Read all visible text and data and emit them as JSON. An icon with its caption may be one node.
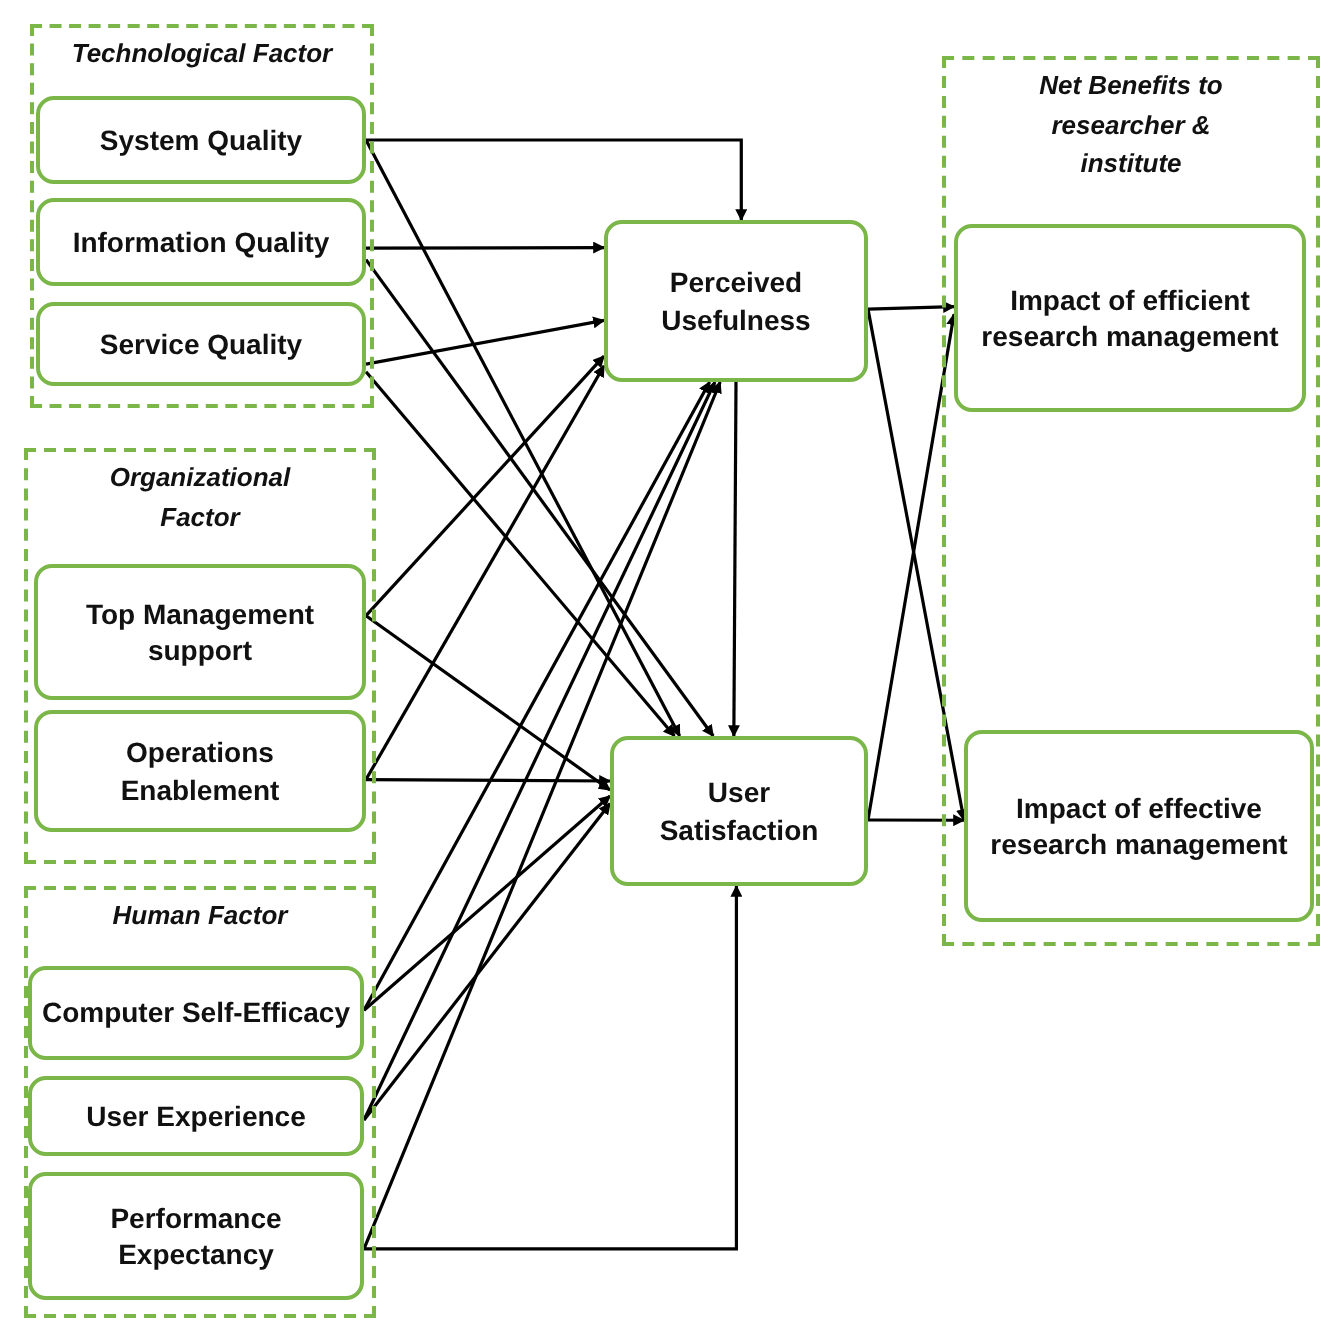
{
  "diagram": {
    "nodes": [
      {
        "text": [
          "Technological Factor"
        ]
      },
      {
        "text": [
          "System Quality"
        ],
        "in": 0
      },
      {
        "text": [
          "Information Quality"
        ],
        "in": 0
      },
      {
        "text": [
          "Service Quality"
        ],
        "in": 0
      },
      {
        "text": [
          "Organizational Factor"
        ]
      },
      {
        "text": [
          "Top Management support"
        ],
        "in": 4
      },
      {
        "text": [
          "Operations Enablement"
        ],
        "in": 4
      },
      {
        "text": [
          "Human Factor"
        ]
      },
      {
        "text": [
          "Computer Self-Efficacy"
        ],
        "in": 7
      },
      {
        "text": [
          "User Experience"
        ],
        "in": 7
      },
      {
        "text": [
          "Performance Expectancy"
        ],
        "in": 7
      },
      {
        "text": [
          "Perceived Usefulness"
        ]
      },
      {
        "text": [
          "User Satisfaction"
        ]
      },
      {
        "text": [
          "Net Benefits to researcher & institute"
        ]
      },
      {
        "text": [
          "Impact of efficient research management"
        ],
        "in": 13
      },
      {
        "text": [
          "Impact of effective research management"
        ],
        "in": 13
      }
    ],
    "edges": [
      {
        "from": 1,
        "to": 11,
        "arrow": "to"
      },
      {
        "from": 1,
        "to": 12,
        "arrow": "to"
      },
      {
        "from": 2,
        "to": 11,
        "arrow": "to"
      },
      {
        "from": 2,
        "to": 12,
        "arrow": "to"
      },
      {
        "from": 3,
        "to": 11,
        "arrow": "to"
      },
      {
        "from": 3,
        "to": 12,
        "arrow": "to"
      },
      {
        "from": 5,
        "to": 11,
        "arrow": "to"
      },
      {
        "from": 5,
        "to": 12,
        "arrow": "to"
      },
      {
        "from": 6,
        "to": 11,
        "arrow": "to"
      },
      {
        "from": 6,
        "to": 12,
        "arrow": "to"
      },
      {
        "from": 8,
        "to": 11,
        "arrow": "to"
      },
      {
        "from": 8,
        "to": 12,
        "arrow": "to"
      },
      {
        "from": 9,
        "to": 11,
        "arrow": "to"
      },
      {
        "from": 9,
        "to": 12,
        "arrow": "to"
      },
      {
        "from": 10,
        "to": 11,
        "arrow": "to"
      },
      {
        "from": 10,
        "to": 12,
        "arrow": "to"
      },
      {
        "from": 11,
        "to": 12,
        "arrow": "to"
      },
      {
        "from": 11,
        "to": 14,
        "arrow": "to"
      },
      {
        "from": 11,
        "to": 15,
        "arrow": "to"
      },
      {
        "from": 12,
        "to": 14,
        "arrow": "to"
      },
      {
        "from": 12,
        "to": 15,
        "arrow": "to"
      }
    ]
  }
}
